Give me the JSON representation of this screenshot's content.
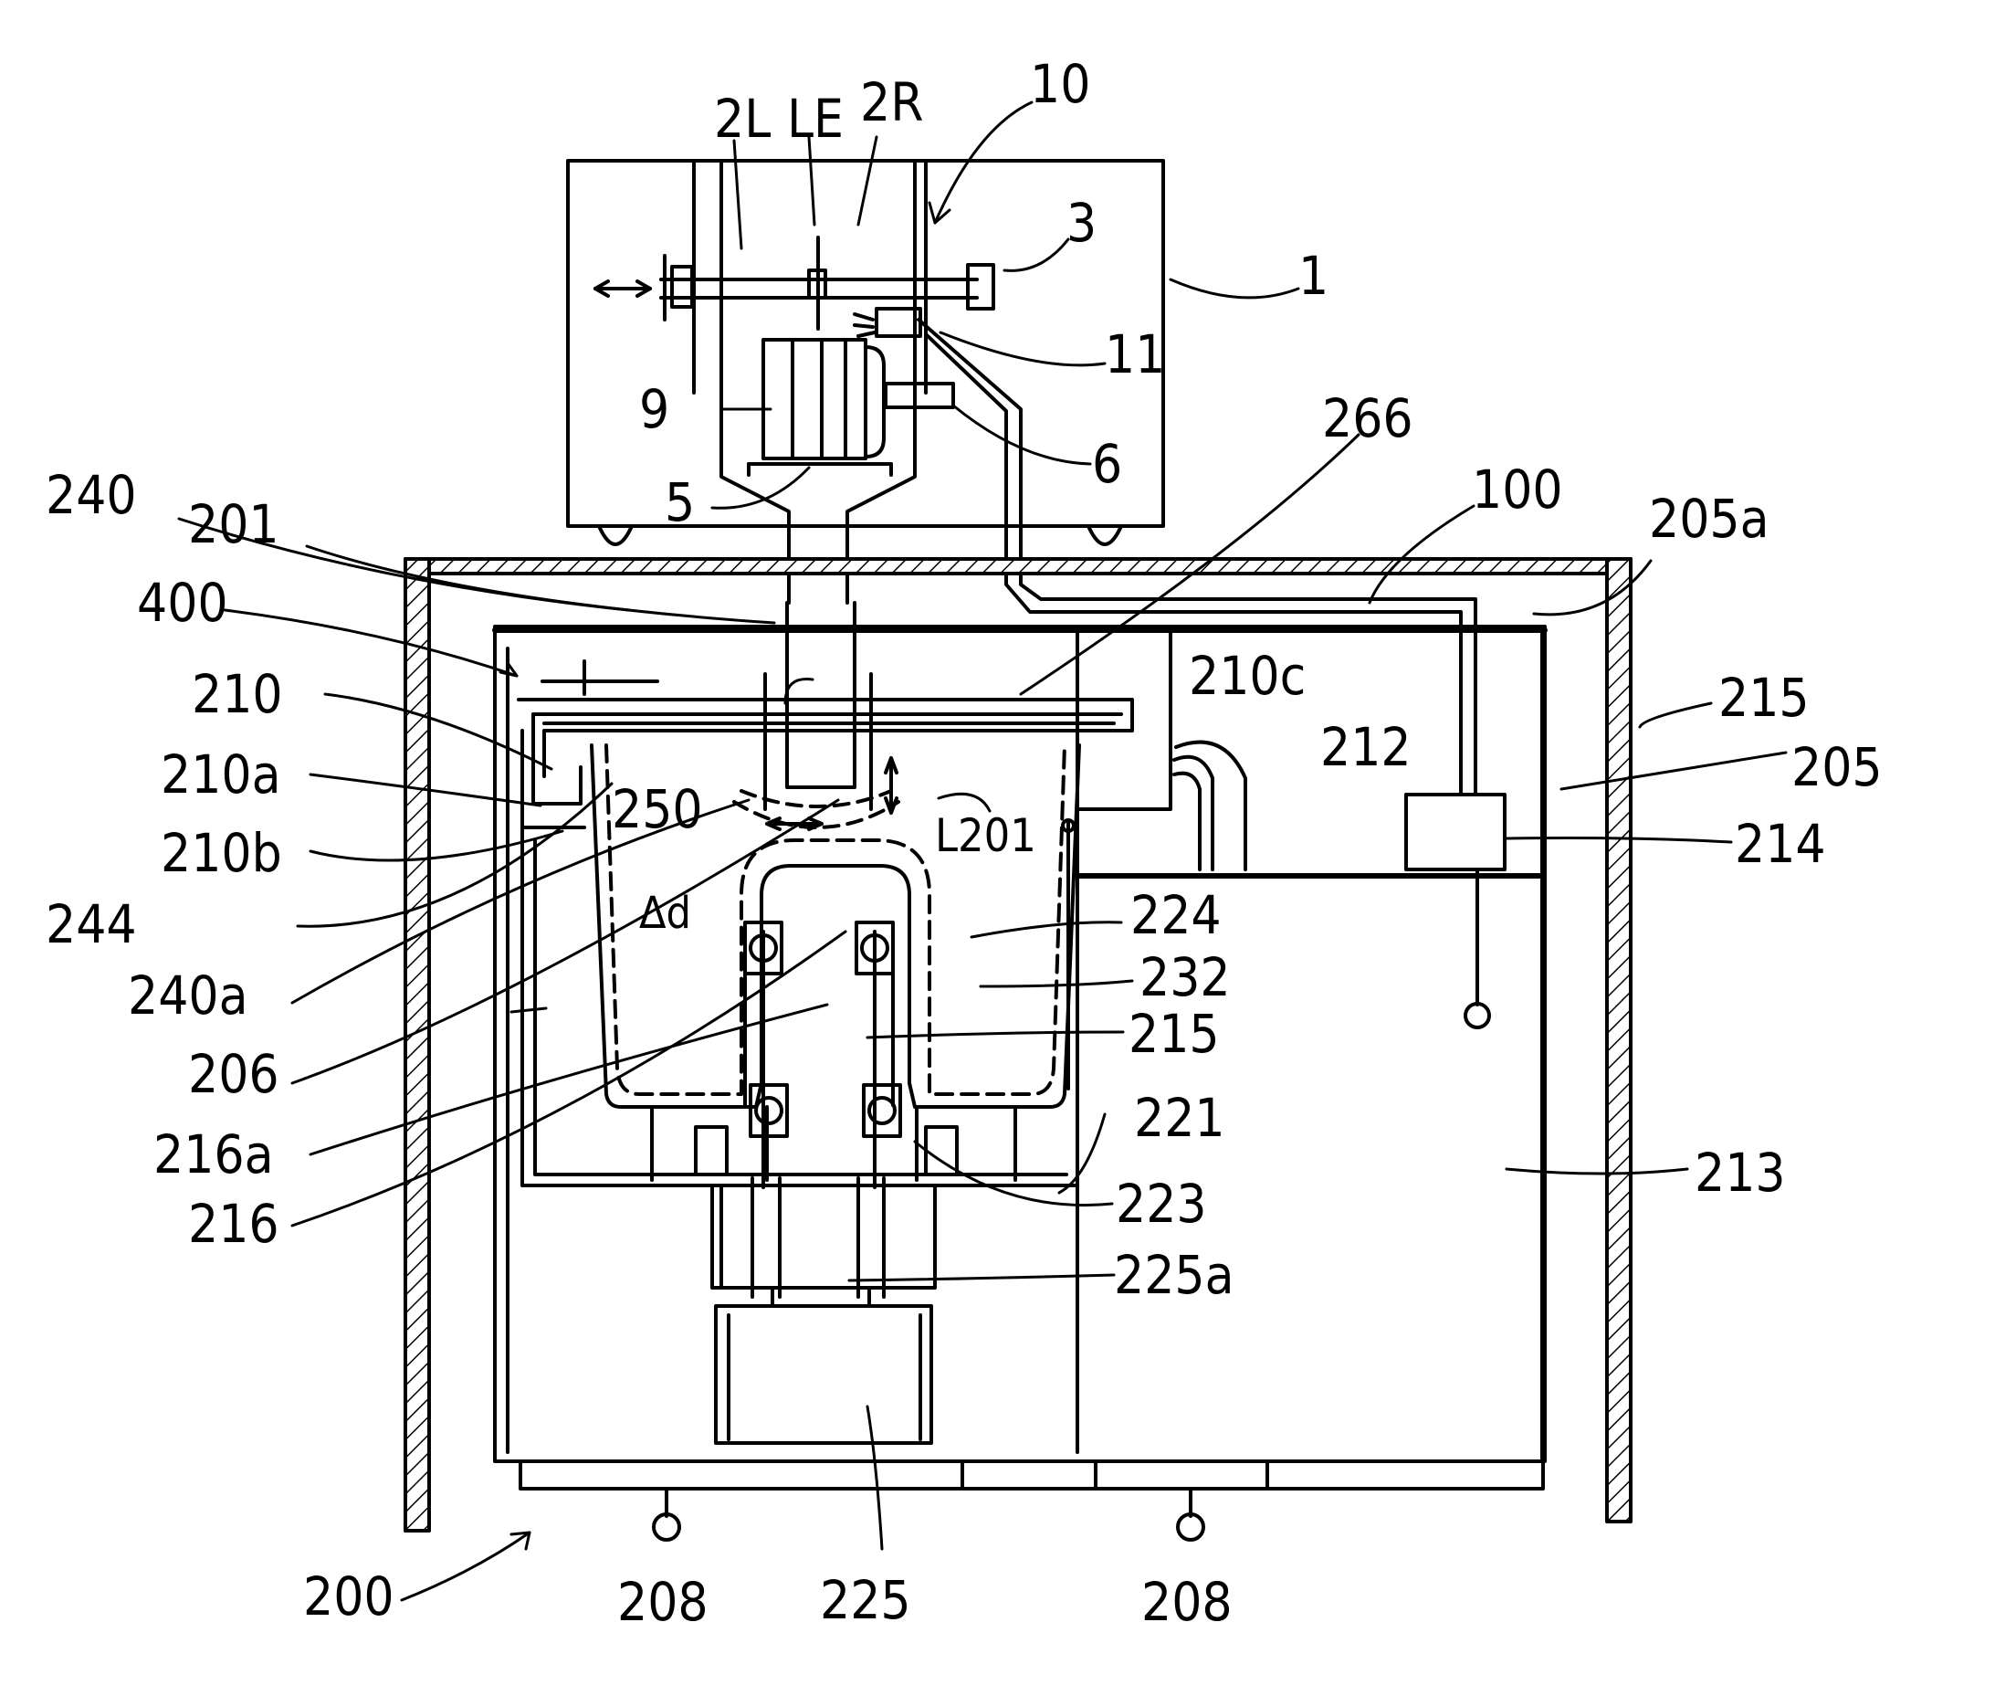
{
  "labels": {
    "l10": "10",
    "l2L": "2L",
    "lLE": "LE",
    "l2R": "2R",
    "l3": "3",
    "l1": "1",
    "l11": "11",
    "l9": "9",
    "l6": "6",
    "l5": "5",
    "l266": "266",
    "l100": "100",
    "l205a": "205a",
    "l240": "240",
    "l201": "201",
    "l400": "400",
    "l210": "210",
    "l210a": "210a",
    "l210b": "210b",
    "l244": "244",
    "l240a": "240a",
    "l206": "206",
    "l216a": "216a",
    "l216": "216",
    "l250": "250",
    "lL201": "L201",
    "lDd": "Δd",
    "l210c": "210c",
    "l212": "212",
    "l215a": "215",
    "l205": "205",
    "l214": "214",
    "l224": "224",
    "l232": "232",
    "l215b": "215",
    "l221": "221",
    "l213": "213",
    "l223": "223",
    "l225a": "225a",
    "l225": "225",
    "l200": "200",
    "l208a": "208",
    "l208b": "208"
  }
}
